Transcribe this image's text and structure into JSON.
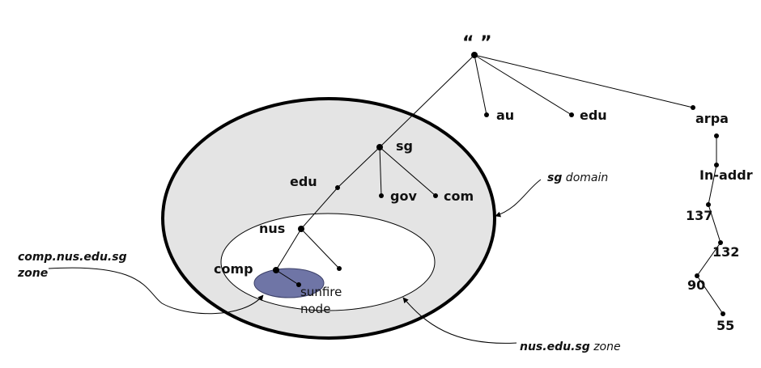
{
  "diagram": {
    "nodes": {
      "root": "“ ”",
      "au": "au",
      "edu_top": "edu",
      "arpa": "arpa",
      "sg": "sg",
      "edu_sg": "edu",
      "gov": "gov",
      "com": "com",
      "nus": "nus",
      "comp": "comp",
      "sunfire_line1": "sunfire",
      "sunfire_line2": "node",
      "in_addr": "In-addr",
      "n137": "137",
      "n132": "132",
      "n90": "90",
      "n55": "55"
    },
    "callouts": {
      "sg_domain": {
        "bold": "sg",
        "rest": " domain"
      },
      "comp_zone": {
        "line1": "comp.nus.edu.sg",
        "line2": "zone"
      },
      "nus_zone": {
        "bold": "nus.edu.sg",
        "rest": " zone"
      }
    },
    "colors": {
      "domain_fill": "#e4e4e4",
      "zone_fill": "#ffffff",
      "node_fill": "#6f75a6",
      "line": "#000000"
    }
  }
}
